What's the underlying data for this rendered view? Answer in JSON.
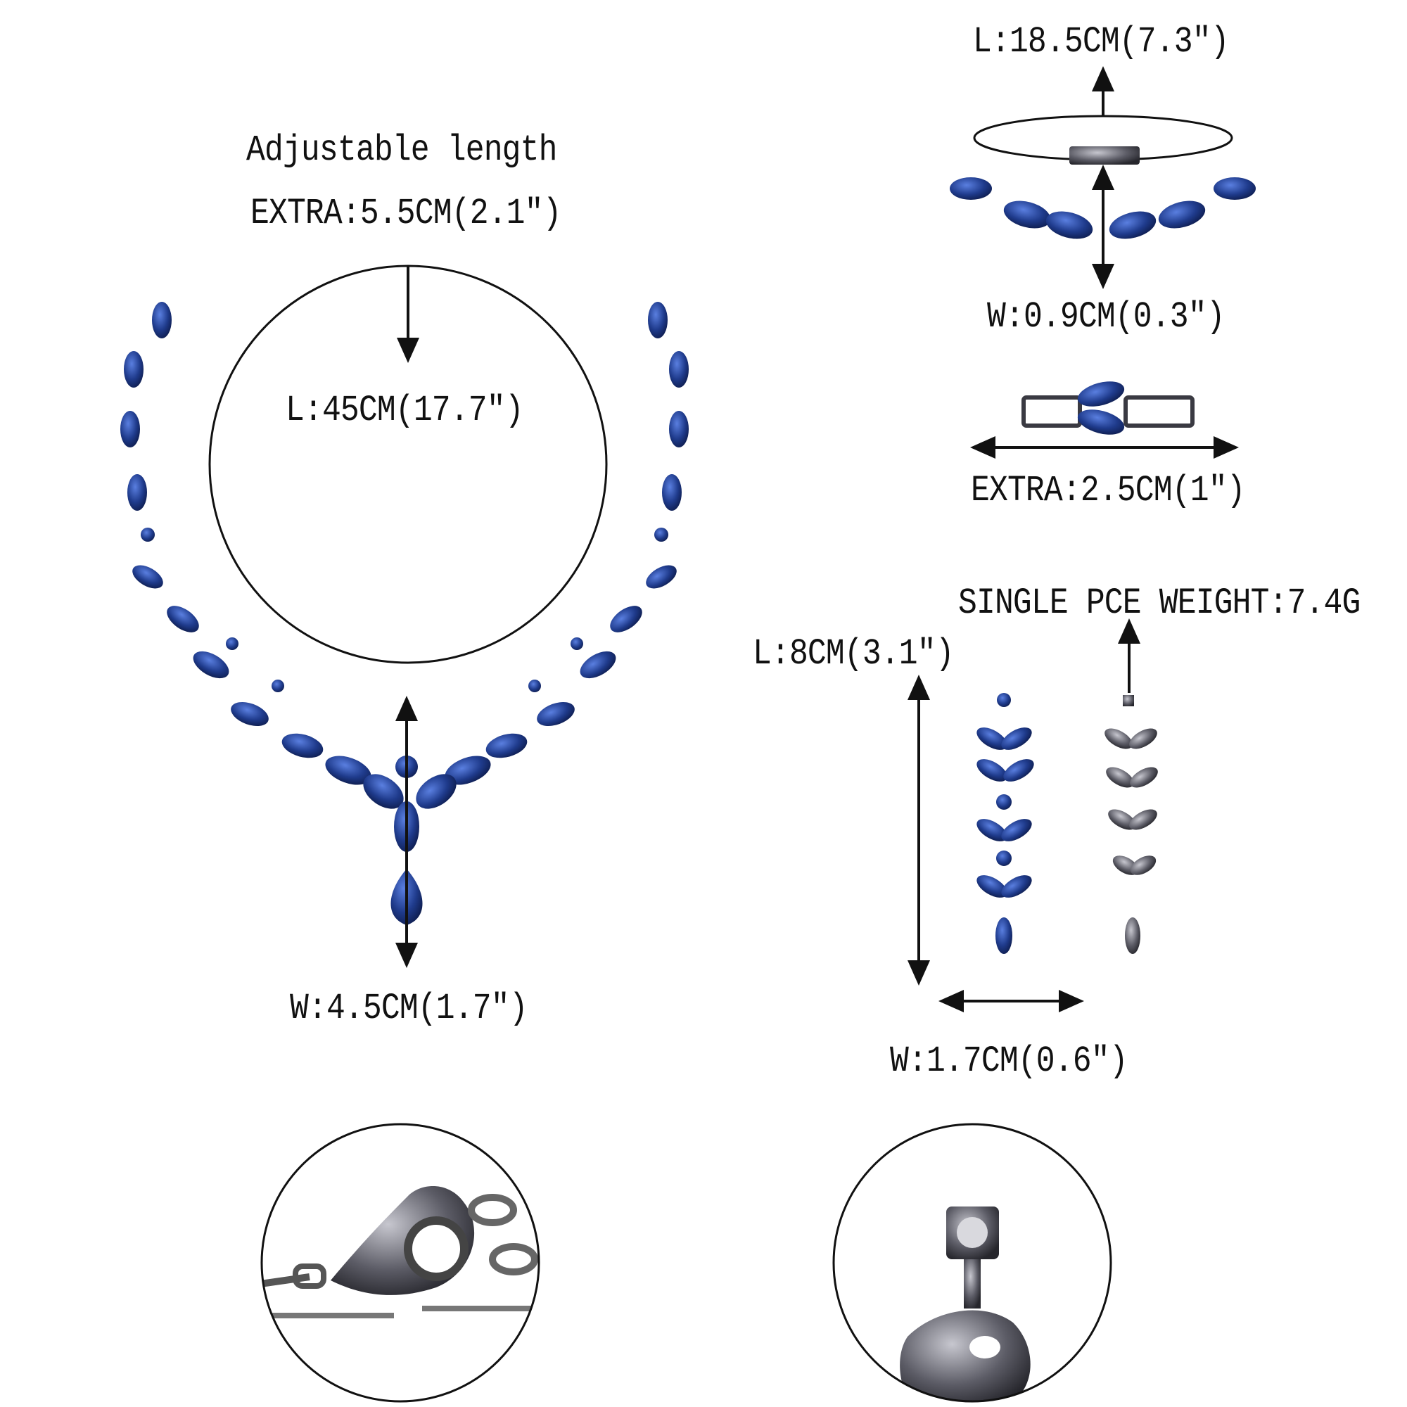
{
  "colors": {
    "ink": "#111111",
    "sapphire": "#1f3b8c",
    "sapphire_light": "#3d63c7",
    "metal": "#3a3a42",
    "metal_light": "#9a9aa2"
  },
  "necklace": {
    "adjustable_label": "Adjustable length",
    "extra_label": "EXTRA:5.5CM(2.1\")",
    "length_label": "L:45CM(17.7\")",
    "width_label": "W:4.5CM(1.7\")"
  },
  "bracelet": {
    "length_label": "L:18.5CM(7.3\")",
    "width_label": "W:0.9CM(0.3\")",
    "extra_label": "EXTRA:2.5CM(1\")"
  },
  "earrings": {
    "weight_label": "SINGLE PCE WEIGHT:7.4G",
    "length_label": "L:8CM(3.1\")",
    "width_label": "W:1.7CM(0.6\")"
  },
  "details": {
    "clasp_icon": "lobster-clasp-closeup-icon",
    "post_icon": "earring-post-closeup-icon"
  }
}
